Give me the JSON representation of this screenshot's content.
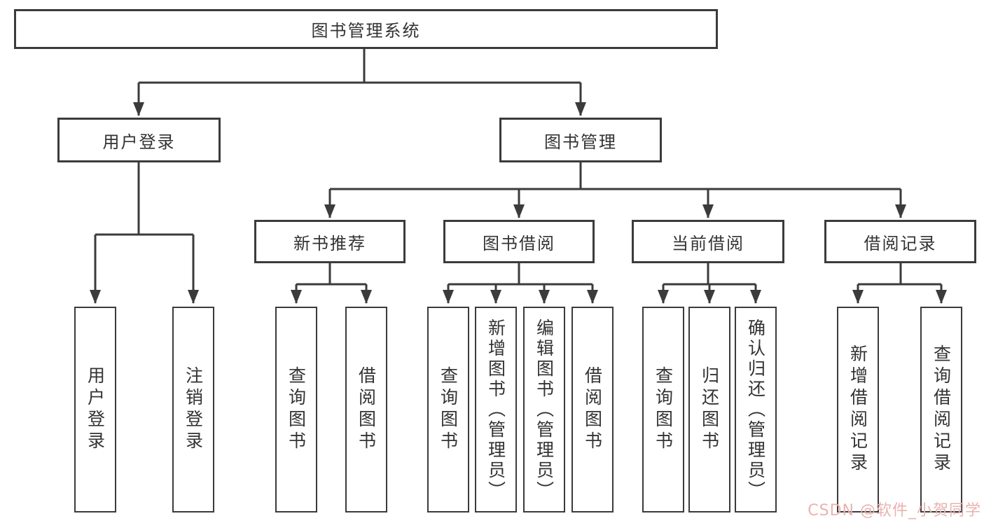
{
  "diagram": {
    "root": {
      "label": "图书管理系统"
    },
    "branches": [
      {
        "label": "用户登录",
        "children": [
          {
            "label": "用户登录"
          },
          {
            "label": "注销登录"
          }
        ]
      },
      {
        "label": "图书管理",
        "children": [
          {
            "label": "新书推荐",
            "children": [
              {
                "label": "查询图书"
              },
              {
                "label": "借阅图书"
              }
            ]
          },
          {
            "label": "图书借阅",
            "children": [
              {
                "label": "查询图书"
              },
              {
                "label": "新增图书（管理员）"
              },
              {
                "label": "编辑图书（管理员）"
              },
              {
                "label": "借阅图书"
              }
            ]
          },
          {
            "label": "当前借阅",
            "children": [
              {
                "label": "查询图书"
              },
              {
                "label": "归还图书"
              },
              {
                "label": "确认归还（管理员）"
              }
            ]
          },
          {
            "label": "借阅记录",
            "children": [
              {
                "label": "新增借阅记录"
              },
              {
                "label": "查询借阅记录"
              }
            ]
          }
        ]
      }
    ]
  },
  "watermark": {
    "text": "CSDN @软件_小贺同学",
    "color": "#e9b3b0"
  },
  "colors": {
    "line": "#3b3b3b",
    "border": "#3b3b3b",
    "background": "#ffffff",
    "text": "#333333"
  }
}
